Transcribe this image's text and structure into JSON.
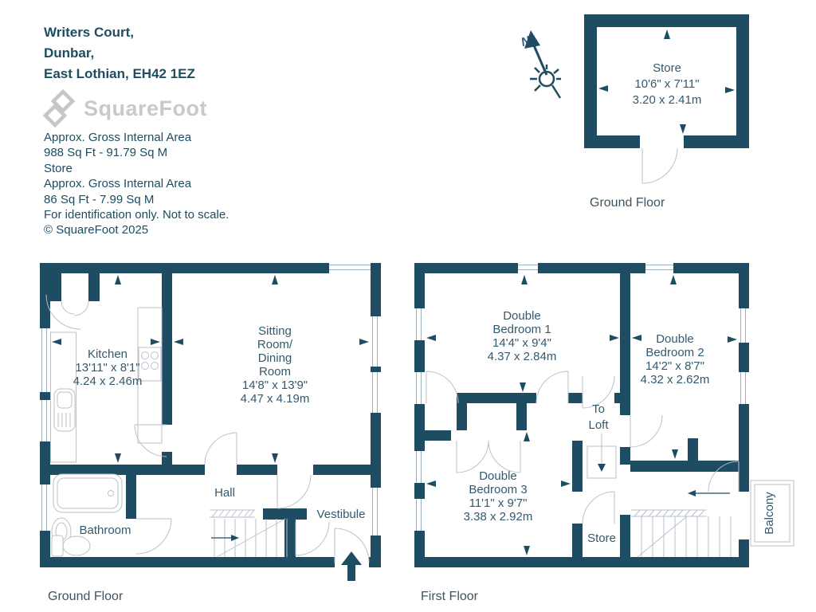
{
  "header": {
    "address_line1": "Writers Court,",
    "address_line2": "Dunbar,",
    "address_line3": "East Lothian, EH42 1EZ"
  },
  "logo": {
    "text": "SquareFoot"
  },
  "info": {
    "line1": "Approx. Gross Internal Area",
    "line2": "988 Sq Ft  -  91.79 Sq M",
    "line3": "Store",
    "line4": "Approx. Gross Internal Area",
    "line5": "86 Sq Ft  -  7.99 Sq M",
    "line6": "For identification only. Not to scale.",
    "line7": "© SquareFoot 2025"
  },
  "compass": {
    "north_label": "N"
  },
  "store_plan": {
    "name": "Store",
    "dims_imperial": "10'6\" x 7'11\"",
    "dims_metric": "3.20 x 2.41m",
    "floor_label": "Ground Floor"
  },
  "ground_floor": {
    "floor_label": "Ground Floor",
    "kitchen": {
      "name": "Kitchen",
      "dims_imperial": "13'11\" x 8'1\"",
      "dims_metric": "4.24 x 2.46m"
    },
    "sitting": {
      "line1": "Sitting",
      "line2": "Room/",
      "line3": "Dining",
      "line4": "Room",
      "dims_imperial": "14'8\" x 13'9\"",
      "dims_metric": "4.47 x 4.19m"
    },
    "hall": "Hall",
    "bathroom": "Bathroom",
    "vestibule": "Vestibule"
  },
  "first_floor": {
    "floor_label": "First Floor",
    "bedroom1": {
      "line1": "Double",
      "line2": "Bedroom 1",
      "dims_imperial": "14'4\" x 9'4\"",
      "dims_metric": "4.37 x 2.84m"
    },
    "bedroom2": {
      "line1": "Double",
      "line2": "Bedroom 2",
      "dims_imperial": "14'2\" x 8'7\"",
      "dims_metric": "4.32 x 2.62m"
    },
    "bedroom3": {
      "line1": "Double",
      "line2": "Bedroom 3",
      "dims_imperial": "11'1\" x 9'7\"",
      "dims_metric": "3.38 x 2.92m"
    },
    "to_loft_line1": "To",
    "to_loft_line2": "Loft",
    "store": "Store",
    "balcony": "Balcony"
  }
}
